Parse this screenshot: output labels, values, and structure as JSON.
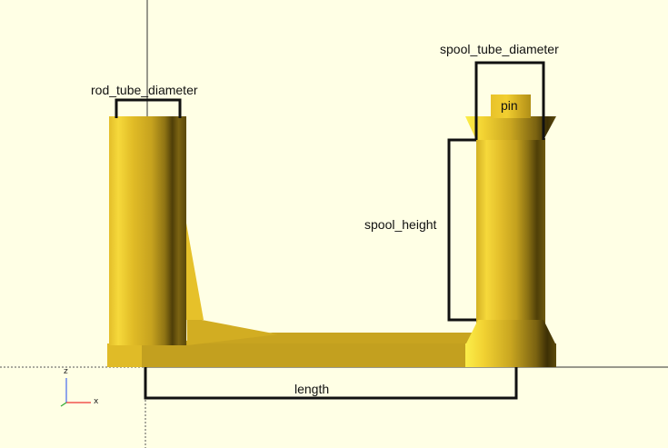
{
  "viewer": {
    "background_color": "#ffffe5",
    "model_color": "#e6c21e"
  },
  "labels": {
    "rod_tube_diameter": "rod_tube_diameter",
    "spool_tube_diameter": "spool_tube_diameter",
    "pin": "pin",
    "spool_height": "spool_height",
    "length": "length"
  },
  "axes_gizmo": {
    "z_label": "z",
    "x_label": "x"
  }
}
